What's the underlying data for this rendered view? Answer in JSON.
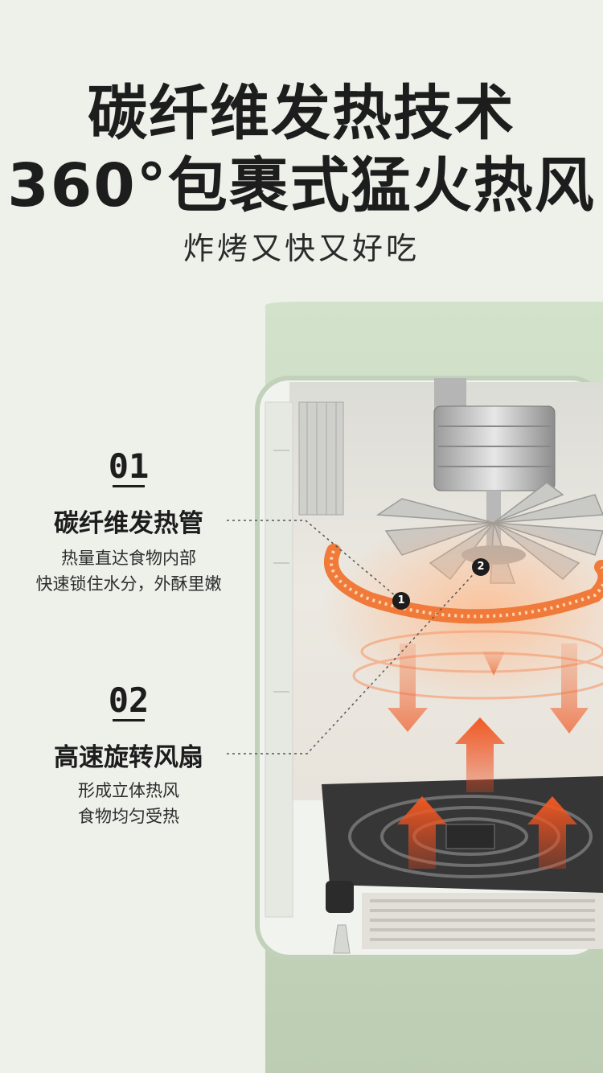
{
  "header": {
    "title_line1": "碳纤维发热技术",
    "title_line2": "360°包裹式猛火热风",
    "subtitle": "炸烤又快又好吃"
  },
  "features": [
    {
      "number": "01",
      "title": "碳纤维发热管",
      "desc_line1": "热量直达食物内部",
      "desc_line2": "快速锁住水分，外酥里嫩",
      "marker": "1"
    },
    {
      "number": "02",
      "title": "高速旋转风扇",
      "desc_line1": "形成立体热风",
      "desc_line2": "食物均匀受热",
      "marker": "2"
    }
  ],
  "colors": {
    "background": "#eef0ea",
    "appliance_shell": "#c9d9c1",
    "heat_orange": "#f06a2a",
    "basket_dark": "#3a3a3a"
  }
}
